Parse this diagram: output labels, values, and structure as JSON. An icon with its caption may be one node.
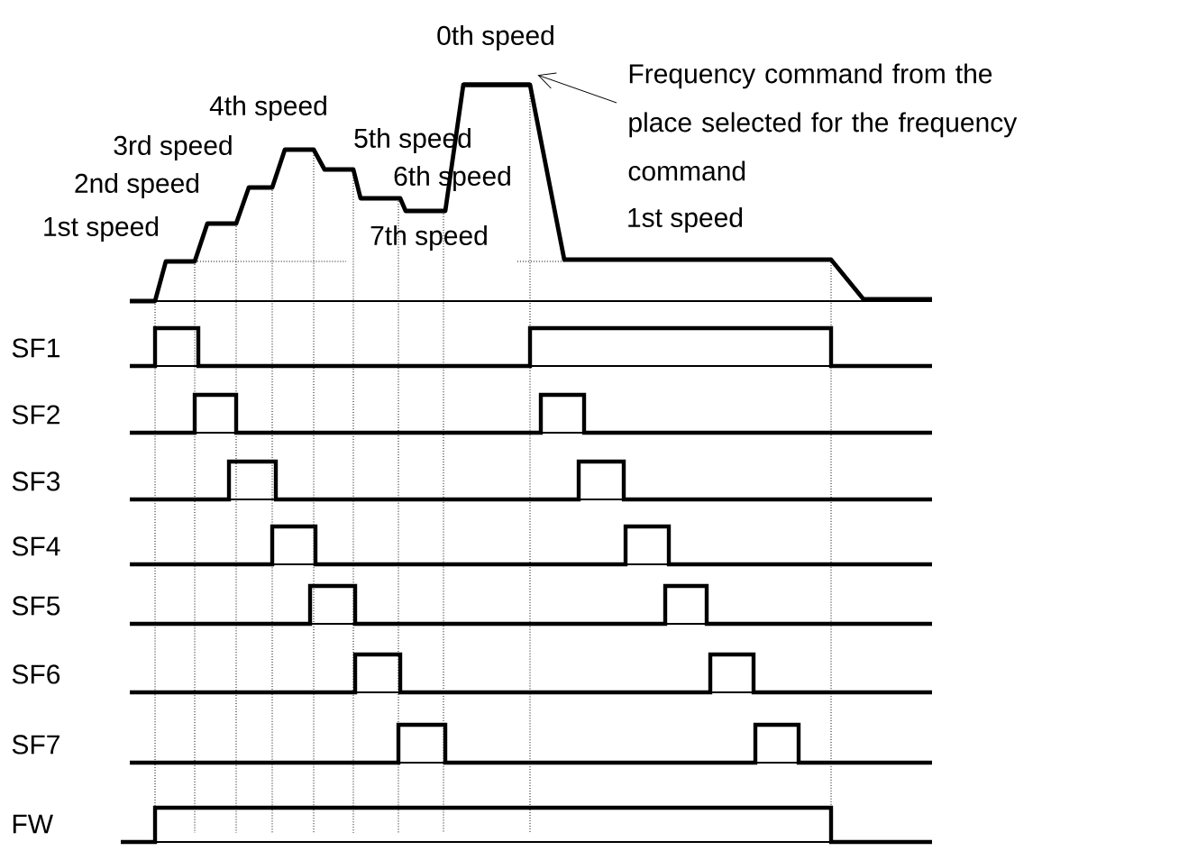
{
  "diagram": {
    "nodes": [
      {
        "text": [
          "Frequency command from the place selected for the frequency command"
        ]
      },
      {
        "text": [],
        "shape": "bar"
      }
    ],
    "edges": [
      {
        "from": 0,
        "to": 1,
        "arrow": "to"
      }
    ],
    "labels": [
      "0th speed",
      "4th speed",
      "3rd speed",
      "5th speed",
      "2nd speed",
      "6th speed",
      "1st speed",
      "7th speed",
      "1st speed",
      "SF1",
      "SF2",
      "SF3",
      "SF4",
      "SF5",
      "SF6",
      "SF7",
      "FW"
    ]
  }
}
